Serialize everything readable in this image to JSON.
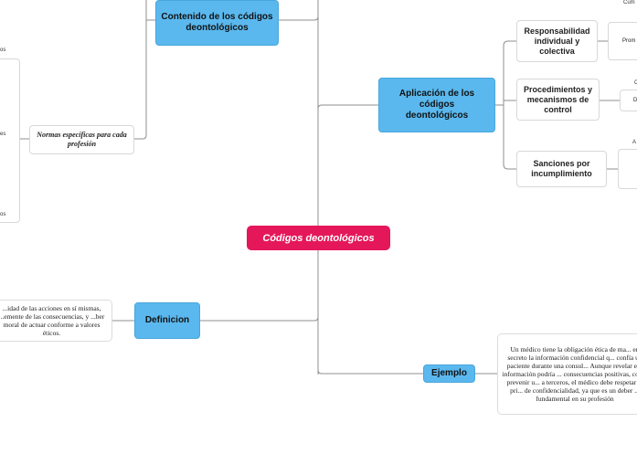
{
  "root": {
    "label": "Códigos deontológicos"
  },
  "branches": {
    "contenido": "Contenido de los códigos deontológicos",
    "aplicacion": "Aplicación de los códigos deontológicos",
    "definicion": "Definicion",
    "ejemplo": "Ejemplo"
  },
  "aplicacion_children": {
    "responsabilidad": "Responsabilidad individual y colectiva",
    "procedimientos": "Procedimientos y mecanismos de control",
    "sanciones": "Sanciones por incumplimiento"
  },
  "contenido_children": {
    "normas": "Normas específicas para cada profesión"
  },
  "notes": {
    "definicion_text": "...idad de las acciones en sí mismas, ...emente de las consecuencias, y ...ber moral de actuar conforme a valores éticos.",
    "ejemplo_text": "Un médico tiene la obligación ética de ma... en secreto la información confidencial q... confía un paciente durante una consul... Aunque revelar esa información podría ... consecuencias positivas, como prevenir u... a terceros, el médico debe respetar el pri... de confidencialidad, ya que es un deber ... fundamental en su profesión"
  },
  "fragments": {
    "top_right": "Cum",
    "left_1": "os",
    "left_2": "es",
    "left_3": "os",
    "prom": "Prom",
    "c": "C",
    "d": "D",
    "a": "A"
  },
  "colors": {
    "root": "#e5175b",
    "branch": "#5ab8ee",
    "line": "#8a8a8a"
  }
}
